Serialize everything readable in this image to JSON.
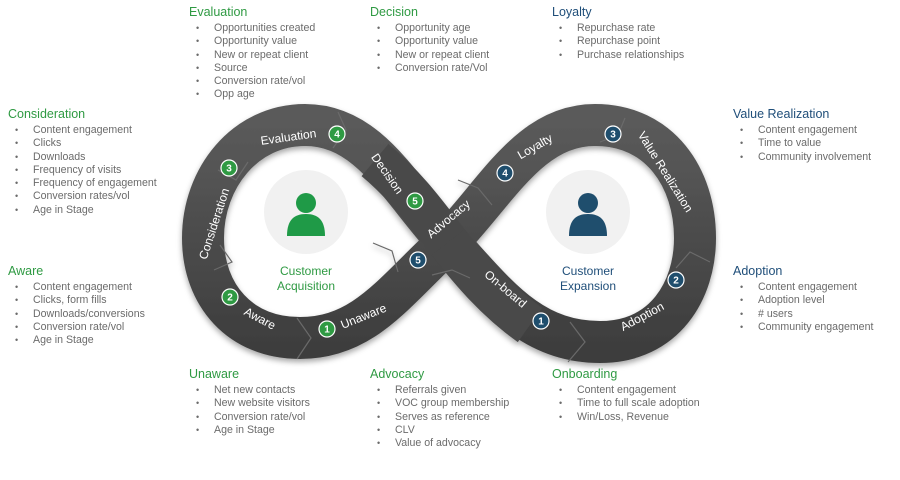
{
  "colors": {
    "acquisition_accent": "#2f9a43",
    "expansion_accent": "#1f4e79",
    "ribbon": "#4a4a4a",
    "ribbon_highlight": "#5f5f5f",
    "text_gray": "#6b6b6b"
  },
  "diagram": {
    "left_center": {
      "line1": "Customer",
      "line2": "Acquisition"
    },
    "right_center": {
      "line1": "Customer",
      "line2": "Expansion"
    },
    "left_icon": "customer-person-icon",
    "right_icon": "customer-person-icon",
    "stages": [
      {
        "id": "unaware",
        "label": "Unaware",
        "number": "1",
        "side": "acquisition"
      },
      {
        "id": "aware",
        "label": "Aware",
        "number": "2",
        "side": "acquisition"
      },
      {
        "id": "consideration",
        "label": "Consideration",
        "number": "3",
        "side": "acquisition"
      },
      {
        "id": "evaluation",
        "label": "Evaluation",
        "number": "4",
        "side": "acquisition"
      },
      {
        "id": "decision",
        "label": "Decision",
        "number": "5",
        "side": "acquisition"
      },
      {
        "id": "onboard",
        "label": "On-board",
        "number": "1",
        "side": "expansion"
      },
      {
        "id": "adoption",
        "label": "Adoption",
        "number": "2",
        "side": "expansion"
      },
      {
        "id": "value-realization",
        "label": "Value Realization",
        "number": "3",
        "side": "expansion"
      },
      {
        "id": "loyalty",
        "label": "Loyalty",
        "number": "4",
        "side": "expansion"
      },
      {
        "id": "advocacy",
        "label": "Advocacy",
        "number": "5",
        "side": "expansion"
      }
    ]
  },
  "panels": {
    "evaluation": {
      "title": "Evaluation",
      "items": [
        "Opportunities created",
        "Opportunity value",
        "New or repeat client",
        "Source",
        "Conversion rate/vol",
        "Opp age"
      ]
    },
    "decision": {
      "title": "Decision",
      "items": [
        "Opportunity age",
        "Opportunity value",
        "New or repeat client",
        "Conversion rate/Vol"
      ]
    },
    "loyalty": {
      "title": "Loyalty",
      "items": [
        "Repurchase rate",
        "Repurchase point",
        "Purchase relationships"
      ]
    },
    "consideration": {
      "title": "Consideration",
      "items": [
        "Content engagement",
        "Clicks",
        "Downloads",
        "Frequency of visits",
        "Frequency of engagement",
        "Conversion rates/vol",
        "Age in Stage"
      ]
    },
    "value_realization": {
      "title": "Value Realization",
      "items": [
        "Content engagement",
        "Time to value",
        "Community involvement"
      ]
    },
    "aware": {
      "title": "Aware",
      "items": [
        "Content engagement",
        "Clicks, form fills",
        "Downloads/conversions",
        "Conversion rate/vol",
        "Age in Stage"
      ]
    },
    "adoption": {
      "title": "Adoption",
      "items": [
        "Content engagement",
        "Adoption level",
        "# users",
        "Community engagement"
      ]
    },
    "unaware": {
      "title": "Unaware",
      "items": [
        "Net new contacts",
        "New website visitors",
        "Conversion rate/vol",
        "Age in Stage"
      ]
    },
    "advocacy": {
      "title": "Advocacy",
      "items": [
        "Referrals given",
        "VOC group membership",
        "Serves as reference",
        "CLV",
        "Value of advocacy"
      ]
    },
    "onboarding": {
      "title": "Onboarding",
      "items": [
        "Content engagement",
        "Time to full scale adoption",
        "Win/Loss, Revenue"
      ]
    }
  }
}
